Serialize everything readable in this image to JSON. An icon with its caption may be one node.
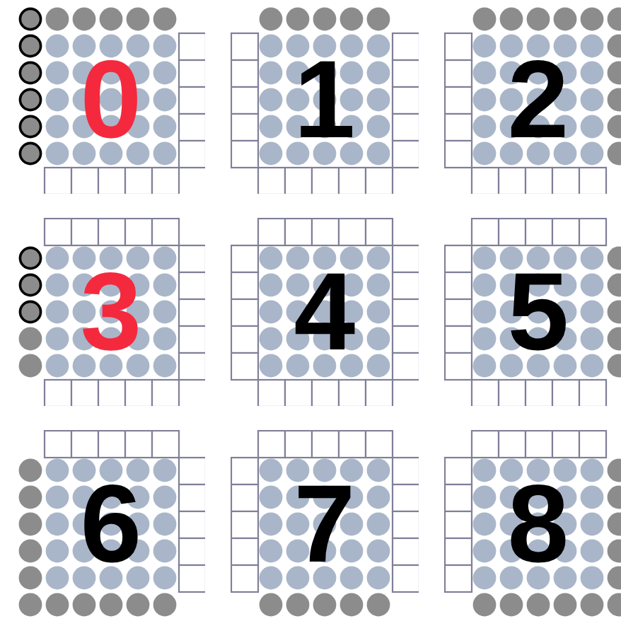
{
  "diagram": {
    "nodes": [
      {
        "text": [
          "0"
        ]
      },
      {
        "text": [
          "1"
        ]
      },
      {
        "text": [
          "2"
        ]
      },
      {
        "text": [
          "3"
        ]
      },
      {
        "text": [
          "4"
        ]
      },
      {
        "text": [
          "5"
        ]
      },
      {
        "text": [
          "6"
        ]
      },
      {
        "text": [
          "7"
        ]
      },
      {
        "text": [
          "8"
        ]
      }
    ]
  }
}
